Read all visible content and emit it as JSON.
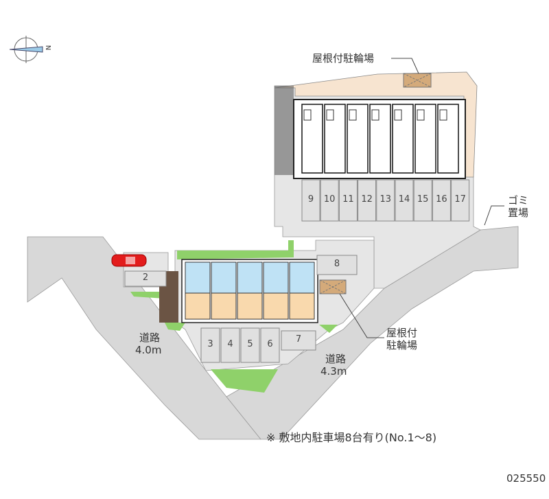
{
  "labels": {
    "bike_parking_top": "屋根付駐輪場",
    "garbage": [
      "ゴミ",
      "置場"
    ],
    "bike_parking_right": [
      "屋根付",
      "駐輪場"
    ],
    "road_left": [
      "道路",
      "4.0m"
    ],
    "road_right": [
      "道路",
      "4.3m"
    ]
  },
  "parking_spaces": [
    "2",
    "3",
    "4",
    "5",
    "6",
    "7",
    "8",
    "9",
    "10",
    "11",
    "12",
    "13",
    "14",
    "15",
    "16",
    "17"
  ],
  "footnote": "※ 敷地内駐車場8台有り(No.1～8)",
  "map_code": "025550",
  "compass": "N",
  "colors": {
    "road": "#d8d8d8",
    "lot": "#e6e6e6",
    "grass": "#8fd16a",
    "path": "#f7e4d0",
    "unit_blue": "#bfe2f5",
    "unit_orange": "#f9d9ad",
    "car": "#e31c1c",
    "bike_shelter": "#d4aa7a"
  }
}
